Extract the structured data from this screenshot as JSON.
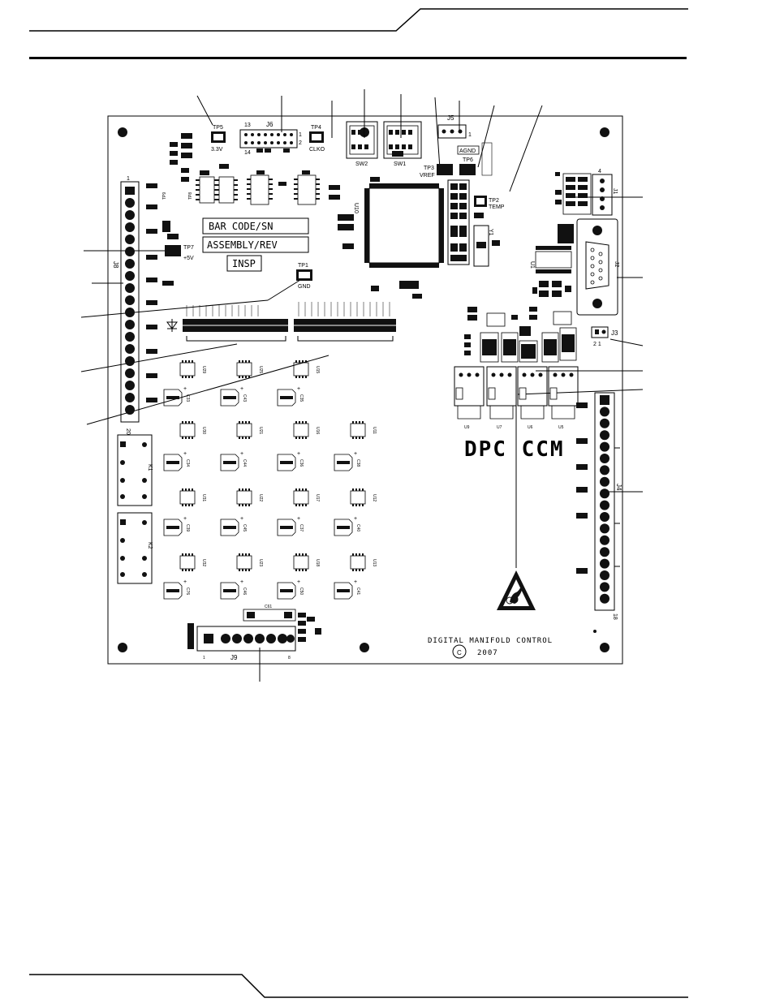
{
  "header": {
    "rule_color": "#000000"
  },
  "board": {
    "top_labels": {
      "tp5": "TP5",
      "tp5_value": "3.3V",
      "j6": "J6",
      "j6_pin_13": "13",
      "j6_pin_1": "1",
      "j6_pin_14": "14",
      "j6_pin_2": "2",
      "tp4": "TP4",
      "tp4_value": "CLKO",
      "sw2": "SW2",
      "sw1": "SW1",
      "j5": "J5",
      "j5_pin": "1",
      "tp3": "TP3",
      "tp3_value": "VREF",
      "agnd": "AGND",
      "tp6": "TP6",
      "tp2": "TP2",
      "tp2_value": "TEMP",
      "u10": "U10"
    },
    "left_labels": {
      "j8": "J8",
      "j8_pin_1": "1",
      "j8_pin_20": "20",
      "tp7": "TP7",
      "tp7_value": "+5V",
      "tp1": "TP1",
      "tp1_value": "GND",
      "tp9": "TP9",
      "tp8": "TP8",
      "k1": "K1",
      "k2": "K2"
    },
    "info_boxes": {
      "barcode": "BAR CODE/SN",
      "assembly": "ASSEMBLY/REV",
      "insp": "INSP"
    },
    "right_labels": {
      "j1": "J1",
      "j1_pin": "4",
      "j2": "J2",
      "j3": "J3",
      "j3_pins": "2 1",
      "j4": "J4",
      "j4_pin": "18",
      "u1": "U1",
      "y1": "Y1",
      "u9": "U9",
      "u7": "U7",
      "u6": "U6",
      "u5": "U5"
    },
    "bottom_labels": {
      "j9": "J9",
      "j9_pin_1": "1",
      "j9_pin_8": "8",
      "c61": "C61"
    },
    "ic_labels": [
      "U29",
      "U25",
      "U15",
      "U30",
      "U21",
      "U16",
      "U11",
      "U31",
      "U22",
      "U17",
      "U12",
      "U32",
      "U23",
      "U18",
      "U13"
    ],
    "cap_labels": [
      "C33",
      "C43",
      "C35",
      "C34",
      "C44",
      "C36",
      "C38",
      "C39",
      "C45",
      "C37",
      "C40",
      "C76",
      "C46",
      "C50",
      "C41"
    ],
    "brand": "DPC  CCM",
    "title": "DIGITAL MANIFOLD CONTROL",
    "copyright_symbol": "C",
    "year": "2007"
  }
}
